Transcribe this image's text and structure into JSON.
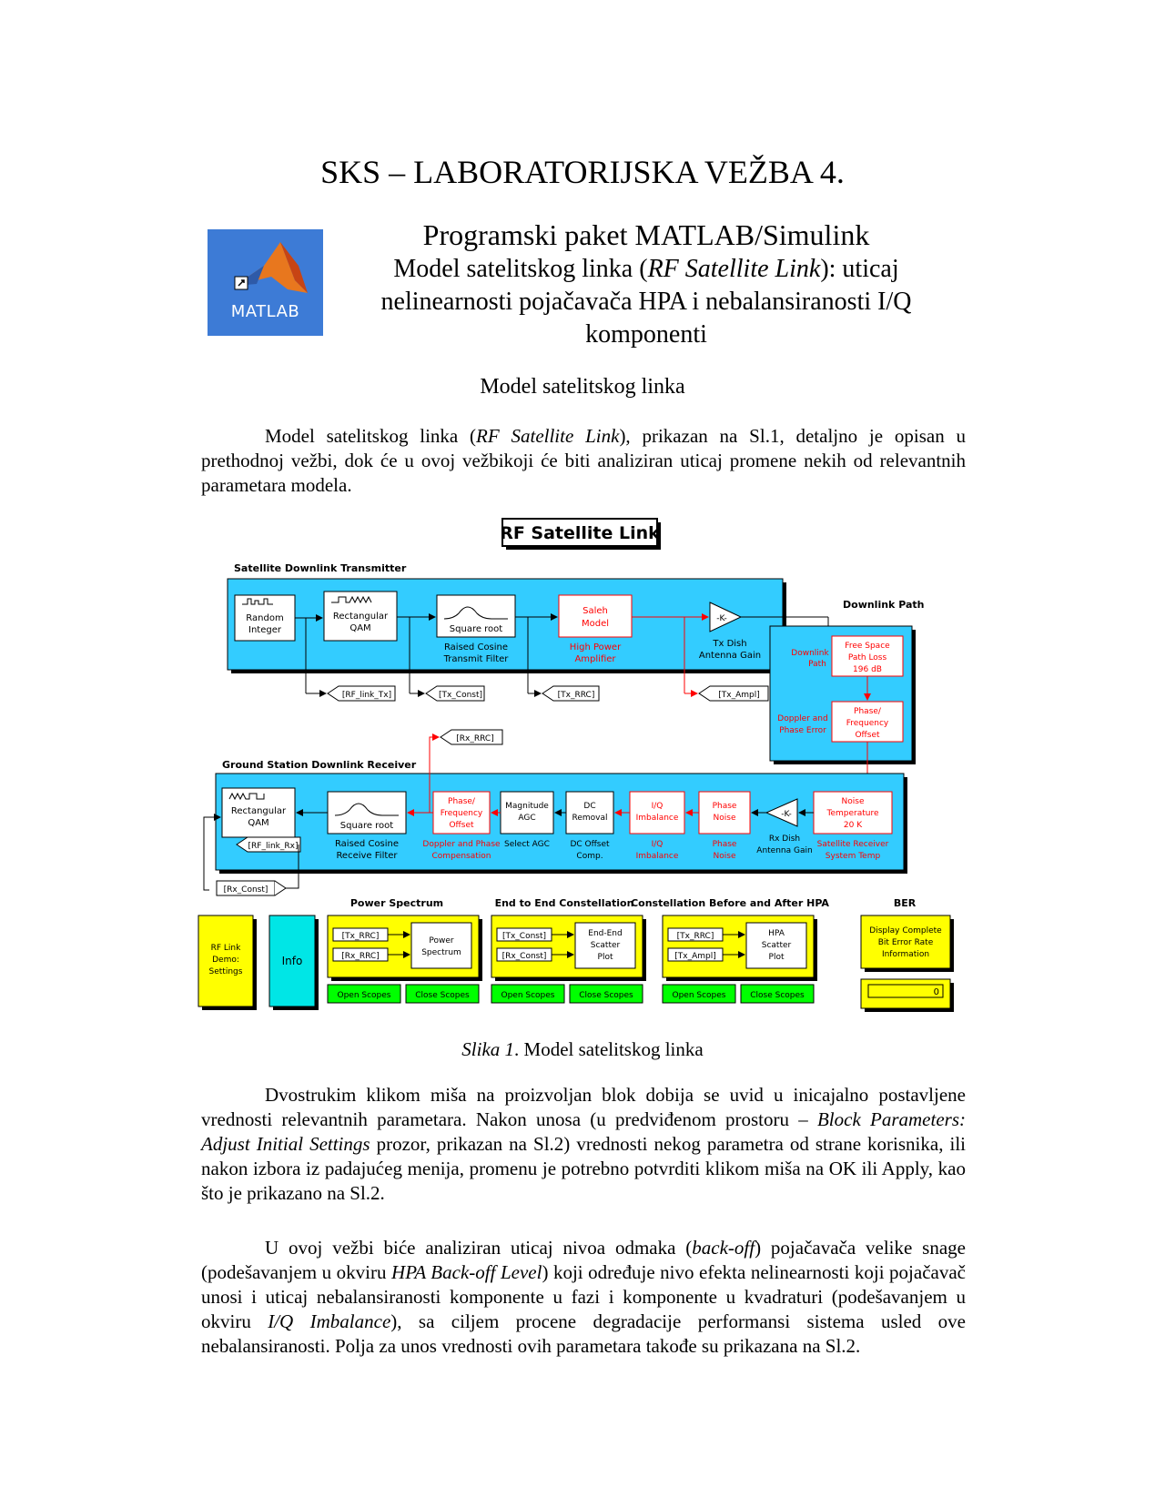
{
  "title": "SKS – LABORATORIJSKA VEŽBA 4.",
  "logo": {
    "icon": "matlab-logo-icon",
    "text": "MATLAB"
  },
  "subtitle": {
    "line1": "Programski paket MATLAB/Simulink",
    "line2_pre": "Model satelitskog linka (",
    "line2_italic": "RF Satellite Link",
    "line2_post": "): uticaj nelinearnosti pojačavača HPA i nebalansiranosti I/Q komponenti"
  },
  "section_title": "Model satelitskog linka",
  "intro": {
    "pre": "Model satelitskog linka (",
    "italic": "RF Satellite Link",
    "post": "), prikazan na Sl.1, detaljno je opisan u prethodnoj vežbi, dok će u ovoj vežbikoji će biti analiziran uticaj promene nekih od relevantnih parametara modela."
  },
  "diagram": {
    "title": "RF Satellite Link",
    "tx": {
      "label": "Satellite Downlink Transmitter",
      "random_integer": [
        "Random",
        "Integer"
      ],
      "rect_qam": [
        "Rectangular",
        "QAM"
      ],
      "square_root": "Square root",
      "rc_filter": [
        "Raised Cosine",
        "Transmit Filter"
      ],
      "saleh": [
        "Saleh",
        "Model"
      ],
      "hpa": [
        "High Power",
        "Amplifier"
      ],
      "gain": "-K-",
      "tx_dish": [
        "Tx Dish",
        "Antenna Gain"
      ],
      "tags": [
        "[RF_link_Tx]",
        "[Tx_Const]",
        "[Tx_RRC]",
        "[Tx_Ampl]"
      ]
    },
    "path": {
      "label": "Downlink Path",
      "side1": [
        "Downlink",
        "Path"
      ],
      "fspl": [
        "Free Space",
        "Path Loss",
        "196 dB"
      ],
      "side2": [
        "Doppler and",
        "Phase Error"
      ],
      "phase_offset": [
        "Phase/",
        "Frequency",
        "Offset"
      ]
    },
    "rx": {
      "label": "Ground Station Downlink Receiver",
      "rx_rrc_tag": "[Rx_RRC]",
      "rect_qam": [
        "Rectangular",
        "QAM"
      ],
      "rf_link_rx": "[RF_link_Rx]",
      "square_root": "Square root",
      "rc_filter": [
        "Raised Cosine",
        "Receive Filter"
      ],
      "phase_comp": [
        "Phase/",
        "Frequency",
        "Offset"
      ],
      "phase_comp_lbl": [
        "Doppler and Phase",
        "Compensation"
      ],
      "agc": [
        "Magnitude",
        "AGC"
      ],
      "agc_lbl": "Select AGC",
      "dc": [
        "DC",
        "Removal"
      ],
      "dc_lbl": [
        "DC Offset",
        "Comp."
      ],
      "iq": [
        "I/Q",
        "Imbalance"
      ],
      "iq_lbl": [
        "I/Q",
        "Imbalance"
      ],
      "phase_noise": [
        "Phase",
        "Noise"
      ],
      "phase_noise_lbl": [
        "Phase",
        "Noise"
      ],
      "gain": "-K-",
      "rx_dish": [
        "Rx Dish",
        "Antenna Gain"
      ],
      "noise_temp": [
        "Noise",
        "Temperature",
        "20 K"
      ],
      "noise_temp_lbl": [
        "Satellite Receiver",
        "System Temp"
      ],
      "rx_const_tag": "[Rx_Const]"
    },
    "bottom": {
      "settings": [
        "RF Link",
        "Demo:",
        "Settings"
      ],
      "info": "Info",
      "power_spectrum": {
        "title": "Power Spectrum",
        "in1": "[Tx_RRC]",
        "in2": "[Rx_RRC]",
        "block": [
          "Power",
          "Spectrum"
        ],
        "open": "Open Scopes",
        "close": "Close Scopes"
      },
      "e2e": {
        "title": "End to End Constellation",
        "in1": "[Tx_Const]",
        "in2": "[Rx_Const]",
        "block": [
          "End-End",
          "Scatter",
          "Plot"
        ],
        "open": "Open Scopes",
        "close": "Close Scopes"
      },
      "hpa": {
        "title": "Constellation Before and After HPA",
        "in1": "[Tx_RRC]",
        "in2": "[Tx_Ampl]",
        "block": [
          "HPA",
          "Scatter",
          "Plot"
        ],
        "open": "Open Scopes",
        "close": "Close Scopes"
      },
      "ber": {
        "title": "BER",
        "block": [
          "Display Complete",
          "Bit Error Rate",
          "Information"
        ],
        "value": "0"
      }
    },
    "colors": {
      "subsystem": "#33ccff",
      "block_red": "#ff0000",
      "yellow": "#ffff00",
      "green": "#00ff00",
      "cyan": "#00e6e6"
    }
  },
  "caption": {
    "italic": "Slika 1",
    "rest": ". Model satelitskog linka"
  },
  "para2": {
    "a": "Dvostrukim klikom miša na proizvoljan blok dobija se uvid u inicajalno postavljene vrednosti relevantnih parametara. Nakon unosa (u predviđenom prostoru – ",
    "i1": "Block Parameters: Adjust Initial Settings",
    "b": " prozor, prikazan na Sl.2) vrednosti nekog parametra od strane korisnika, ili nakon izbora iz padajućeg menija, promenu je potrebno potvrditi klikom miša na OK ili Apply, kao što je prikazano na Sl.2."
  },
  "para3": {
    "a": "U ovoj vežbi biće analiziran uticaj nivoa odmaka (",
    "i1": "back-off",
    "b": ") pojačavača velike snage (podešavanjem u okviru ",
    "i2": "HPA Back-off Level",
    "c": ") koji određuje nivo efekta nelinearnosti koji pojačavač unosi i uticaj nebalansiranosti komponente u fazi i komponente u kvadraturi (podešavanjem u okviru ",
    "i3": "I/Q Imbalance",
    "d": "), sa ciljem procene degradacije performansi sistema usled ove nebalansiranosti. Polja za unos vrednosti ovih parametara takođe su prikazana na Sl.2."
  }
}
